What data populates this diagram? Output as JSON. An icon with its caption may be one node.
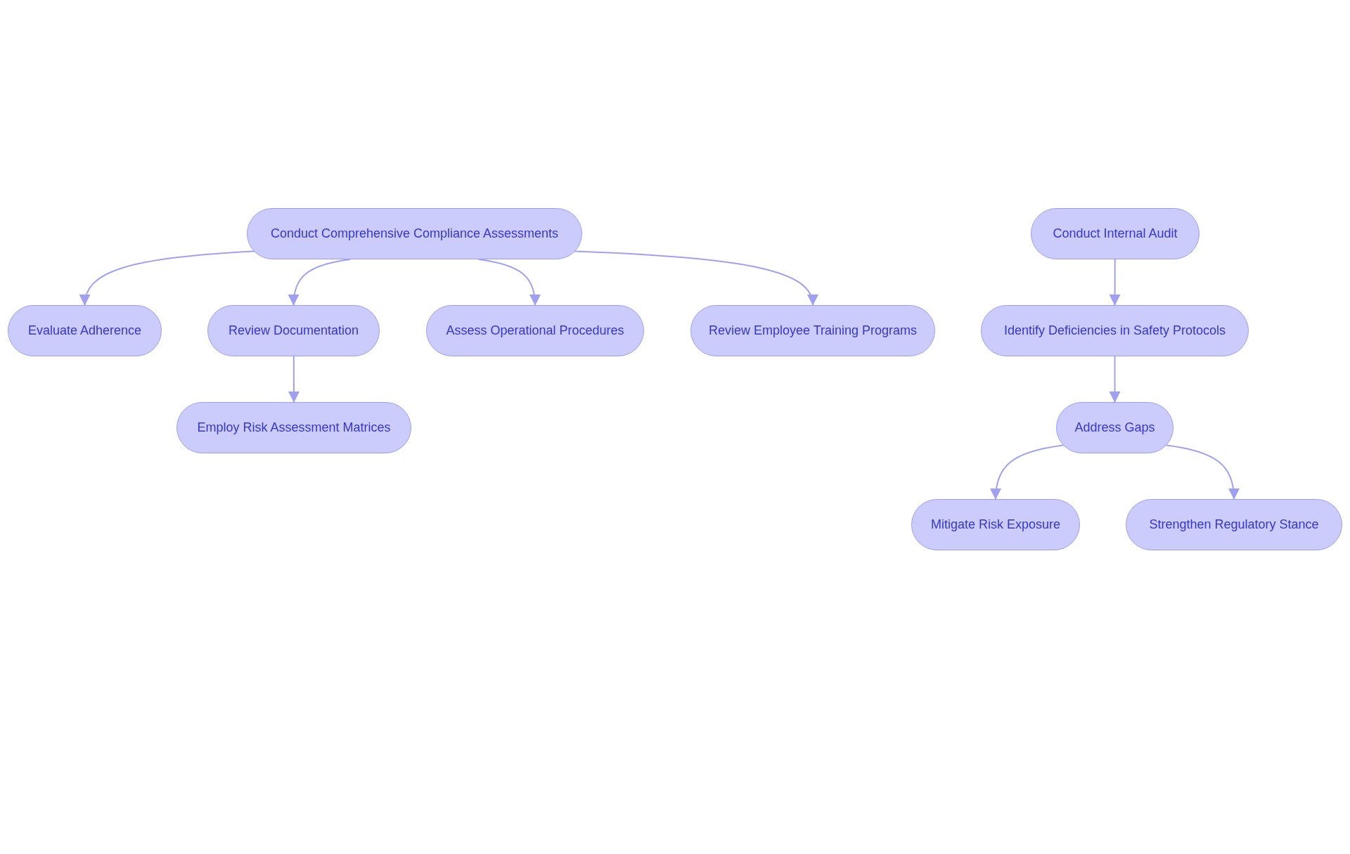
{
  "diagram": {
    "nodes": [
      {
        "text": [
          "Conduct Comprehensive Compliance Assessments"
        ]
      },
      {
        "text": [
          "Conduct Internal Audit"
        ]
      },
      {
        "text": [
          "Evaluate Adherence"
        ]
      },
      {
        "text": [
          "Review Documentation"
        ]
      },
      {
        "text": [
          "Assess Operational Procedures"
        ]
      },
      {
        "text": [
          "Review Employee Training Programs"
        ]
      },
      {
        "text": [
          "Identify Deficiencies in Safety Protocols"
        ]
      },
      {
        "text": [
          "Employ Risk Assessment Matrices"
        ]
      },
      {
        "text": [
          "Address Gaps"
        ]
      },
      {
        "text": [
          "Mitigate Risk Exposure"
        ]
      },
      {
        "text": [
          "Strengthen Regulatory Stance"
        ]
      }
    ],
    "edges": [
      {
        "from": 0,
        "to": 2,
        "arrow": "to"
      },
      {
        "from": 0,
        "to": 3,
        "arrow": "to"
      },
      {
        "from": 0,
        "to": 4,
        "arrow": "to"
      },
      {
        "from": 0,
        "to": 5,
        "arrow": "to"
      },
      {
        "from": 3,
        "to": 7,
        "arrow": "to"
      },
      {
        "from": 1,
        "to": 6,
        "arrow": "to"
      },
      {
        "from": 6,
        "to": 8,
        "arrow": "to"
      },
      {
        "from": 8,
        "to": 9,
        "arrow": "to"
      },
      {
        "from": 8,
        "to": 10,
        "arrow": "to"
      }
    ]
  }
}
